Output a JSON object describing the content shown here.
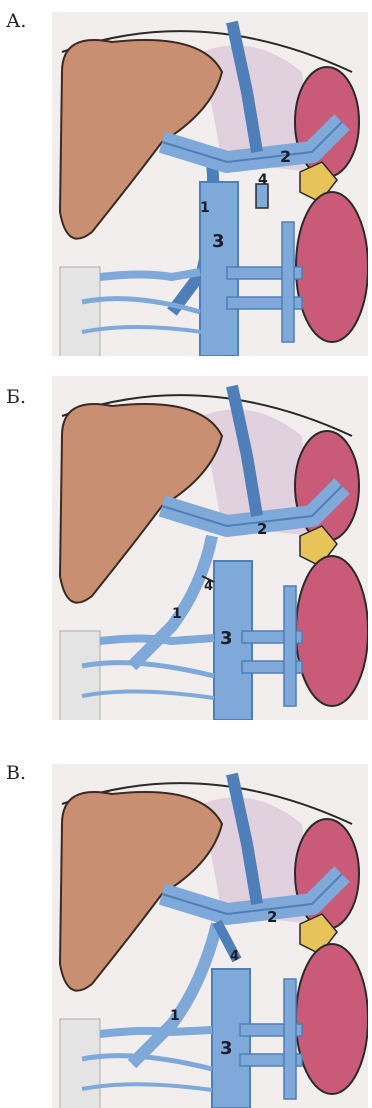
{
  "figure": {
    "panels": [
      {
        "label": "А.",
        "numbers": {
          "n1": "1",
          "n2": "2",
          "n3": "3",
          "n4": "4"
        }
      },
      {
        "label": "Б.",
        "numbers": {
          "n1": "1",
          "n2": "2",
          "n3": "3",
          "n4": "4"
        }
      },
      {
        "label": "В.",
        "numbers": {
          "n1": "1",
          "n2": "2",
          "n3": "3",
          "n4": "4"
        }
      }
    ]
  },
  "colors": {
    "background": "#ffffff",
    "liver": "#c98f72",
    "vessel": "#7fa9d8",
    "vessel_dark": "#4f7fb8",
    "spleen_kidney": "#c95a78",
    "adrenal": "#e7c45a",
    "pancreas_bg": "#dcc8d8",
    "spine": "#e4e4e4",
    "outline": "#2a2a2a"
  }
}
